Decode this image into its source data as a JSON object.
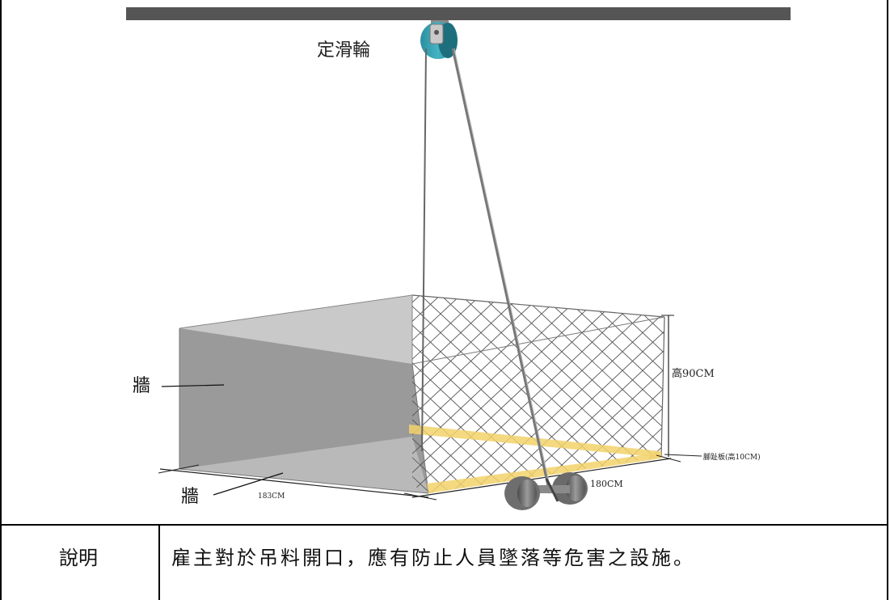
{
  "diagram": {
    "pulley_label": "定滑輪",
    "wall_label_side": "牆",
    "wall_label_floor": "牆",
    "width_left": "183CM",
    "width_right": "180CM",
    "height_label": "高90CM",
    "toeboard_label": "腳趾板(高10CM)"
  },
  "table": {
    "label": "說明",
    "description": "雇主對於吊料開口，應有防止人員墜落等危害之設施。"
  }
}
